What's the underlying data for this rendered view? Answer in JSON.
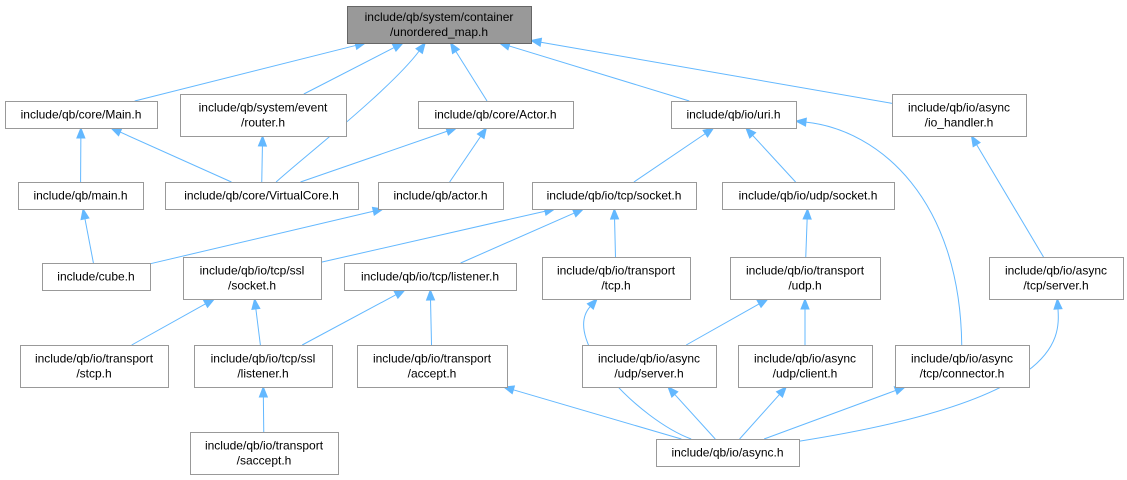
{
  "diagram": {
    "colors": {
      "edge": "#63b8ff",
      "node_border": "#999999",
      "root_fill": "#999999",
      "node_fill": "#ffffff"
    },
    "nodes": [
      {
        "id": "unordered_map",
        "lines": [
          "include/qb/system/container",
          "/unordered_map.h"
        ],
        "root": true
      },
      {
        "id": "core_main",
        "lines": [
          "include/qb/core/Main.h"
        ]
      },
      {
        "id": "event_router",
        "lines": [
          "include/qb/system/event",
          "/router.h"
        ]
      },
      {
        "id": "core_actor",
        "lines": [
          "include/qb/core/Actor.h"
        ]
      },
      {
        "id": "io_uri",
        "lines": [
          "include/qb/io/uri.h"
        ]
      },
      {
        "id": "async_io_handler",
        "lines": [
          "include/qb/io/async",
          "/io_handler.h"
        ]
      },
      {
        "id": "qb_main",
        "lines": [
          "include/qb/main.h"
        ]
      },
      {
        "id": "virtualcore",
        "lines": [
          "include/qb/core/VirtualCore.h"
        ]
      },
      {
        "id": "qb_actor",
        "lines": [
          "include/qb/actor.h"
        ]
      },
      {
        "id": "tcp_socket",
        "lines": [
          "include/qb/io/tcp/socket.h"
        ]
      },
      {
        "id": "udp_socket",
        "lines": [
          "include/qb/io/udp/socket.h"
        ]
      },
      {
        "id": "cube",
        "lines": [
          "include/cube.h"
        ]
      },
      {
        "id": "ssl_socket",
        "lines": [
          "include/qb/io/tcp/ssl",
          "/socket.h"
        ]
      },
      {
        "id": "tcp_listener",
        "lines": [
          "include/qb/io/tcp/listener.h"
        ]
      },
      {
        "id": "transport_tcp",
        "lines": [
          "include/qb/io/transport",
          "/tcp.h"
        ]
      },
      {
        "id": "transport_udp",
        "lines": [
          "include/qb/io/transport",
          "/udp.h"
        ]
      },
      {
        "id": "async_tcp_server",
        "lines": [
          "include/qb/io/async",
          "/tcp/server.h"
        ]
      },
      {
        "id": "transport_stcp",
        "lines": [
          "include/qb/io/transport",
          "/stcp.h"
        ]
      },
      {
        "id": "ssl_listener",
        "lines": [
          "include/qb/io/tcp/ssl",
          "/listener.h"
        ]
      },
      {
        "id": "transport_accept",
        "lines": [
          "include/qb/io/transport",
          "/accept.h"
        ]
      },
      {
        "id": "async_udp_server",
        "lines": [
          "include/qb/io/async",
          "/udp/server.h"
        ]
      },
      {
        "id": "async_udp_client",
        "lines": [
          "include/qb/io/async",
          "/udp/client.h"
        ]
      },
      {
        "id": "async_tcp_connector",
        "lines": [
          "include/qb/io/async",
          "/tcp/connector.h"
        ]
      },
      {
        "id": "transport_saccept",
        "lines": [
          "include/qb/io/transport",
          "/saccept.h"
        ]
      },
      {
        "id": "io_async",
        "lines": [
          "include/qb/io/async.h"
        ]
      }
    ],
    "edges": [
      {
        "from": "core_main",
        "to": "unordered_map"
      },
      {
        "from": "event_router",
        "to": "unordered_map"
      },
      {
        "from": "virtualcore",
        "to": "unordered_map"
      },
      {
        "from": "core_actor",
        "to": "unordered_map"
      },
      {
        "from": "io_uri",
        "to": "unordered_map"
      },
      {
        "from": "async_io_handler",
        "to": "unordered_map"
      },
      {
        "from": "qb_main",
        "to": "core_main"
      },
      {
        "from": "virtualcore",
        "to": "core_main"
      },
      {
        "from": "virtualcore",
        "to": "event_router"
      },
      {
        "from": "virtualcore",
        "to": "core_actor"
      },
      {
        "from": "qb_actor",
        "to": "core_actor"
      },
      {
        "from": "tcp_socket",
        "to": "io_uri"
      },
      {
        "from": "udp_socket",
        "to": "io_uri"
      },
      {
        "from": "async_tcp_connector",
        "to": "io_uri"
      },
      {
        "from": "async_tcp_server",
        "to": "async_io_handler"
      },
      {
        "from": "cube",
        "to": "qb_main"
      },
      {
        "from": "cube",
        "to": "qb_actor"
      },
      {
        "from": "ssl_socket",
        "to": "tcp_socket"
      },
      {
        "from": "tcp_listener",
        "to": "tcp_socket"
      },
      {
        "from": "transport_tcp",
        "to": "tcp_socket"
      },
      {
        "from": "transport_udp",
        "to": "udp_socket"
      },
      {
        "from": "transport_stcp",
        "to": "ssl_socket"
      },
      {
        "from": "ssl_listener",
        "to": "ssl_socket"
      },
      {
        "from": "ssl_listener",
        "to": "tcp_listener"
      },
      {
        "from": "transport_accept",
        "to": "tcp_listener"
      },
      {
        "from": "io_async",
        "to": "transport_tcp"
      },
      {
        "from": "async_udp_server",
        "to": "transport_udp"
      },
      {
        "from": "async_udp_client",
        "to": "transport_udp"
      },
      {
        "from": "transport_saccept",
        "to": "ssl_listener"
      },
      {
        "from": "io_async",
        "to": "transport_accept"
      },
      {
        "from": "io_async",
        "to": "async_udp_server"
      },
      {
        "from": "io_async",
        "to": "async_udp_client"
      },
      {
        "from": "io_async",
        "to": "async_tcp_connector"
      },
      {
        "from": "io_async",
        "to": "async_tcp_server"
      }
    ]
  }
}
